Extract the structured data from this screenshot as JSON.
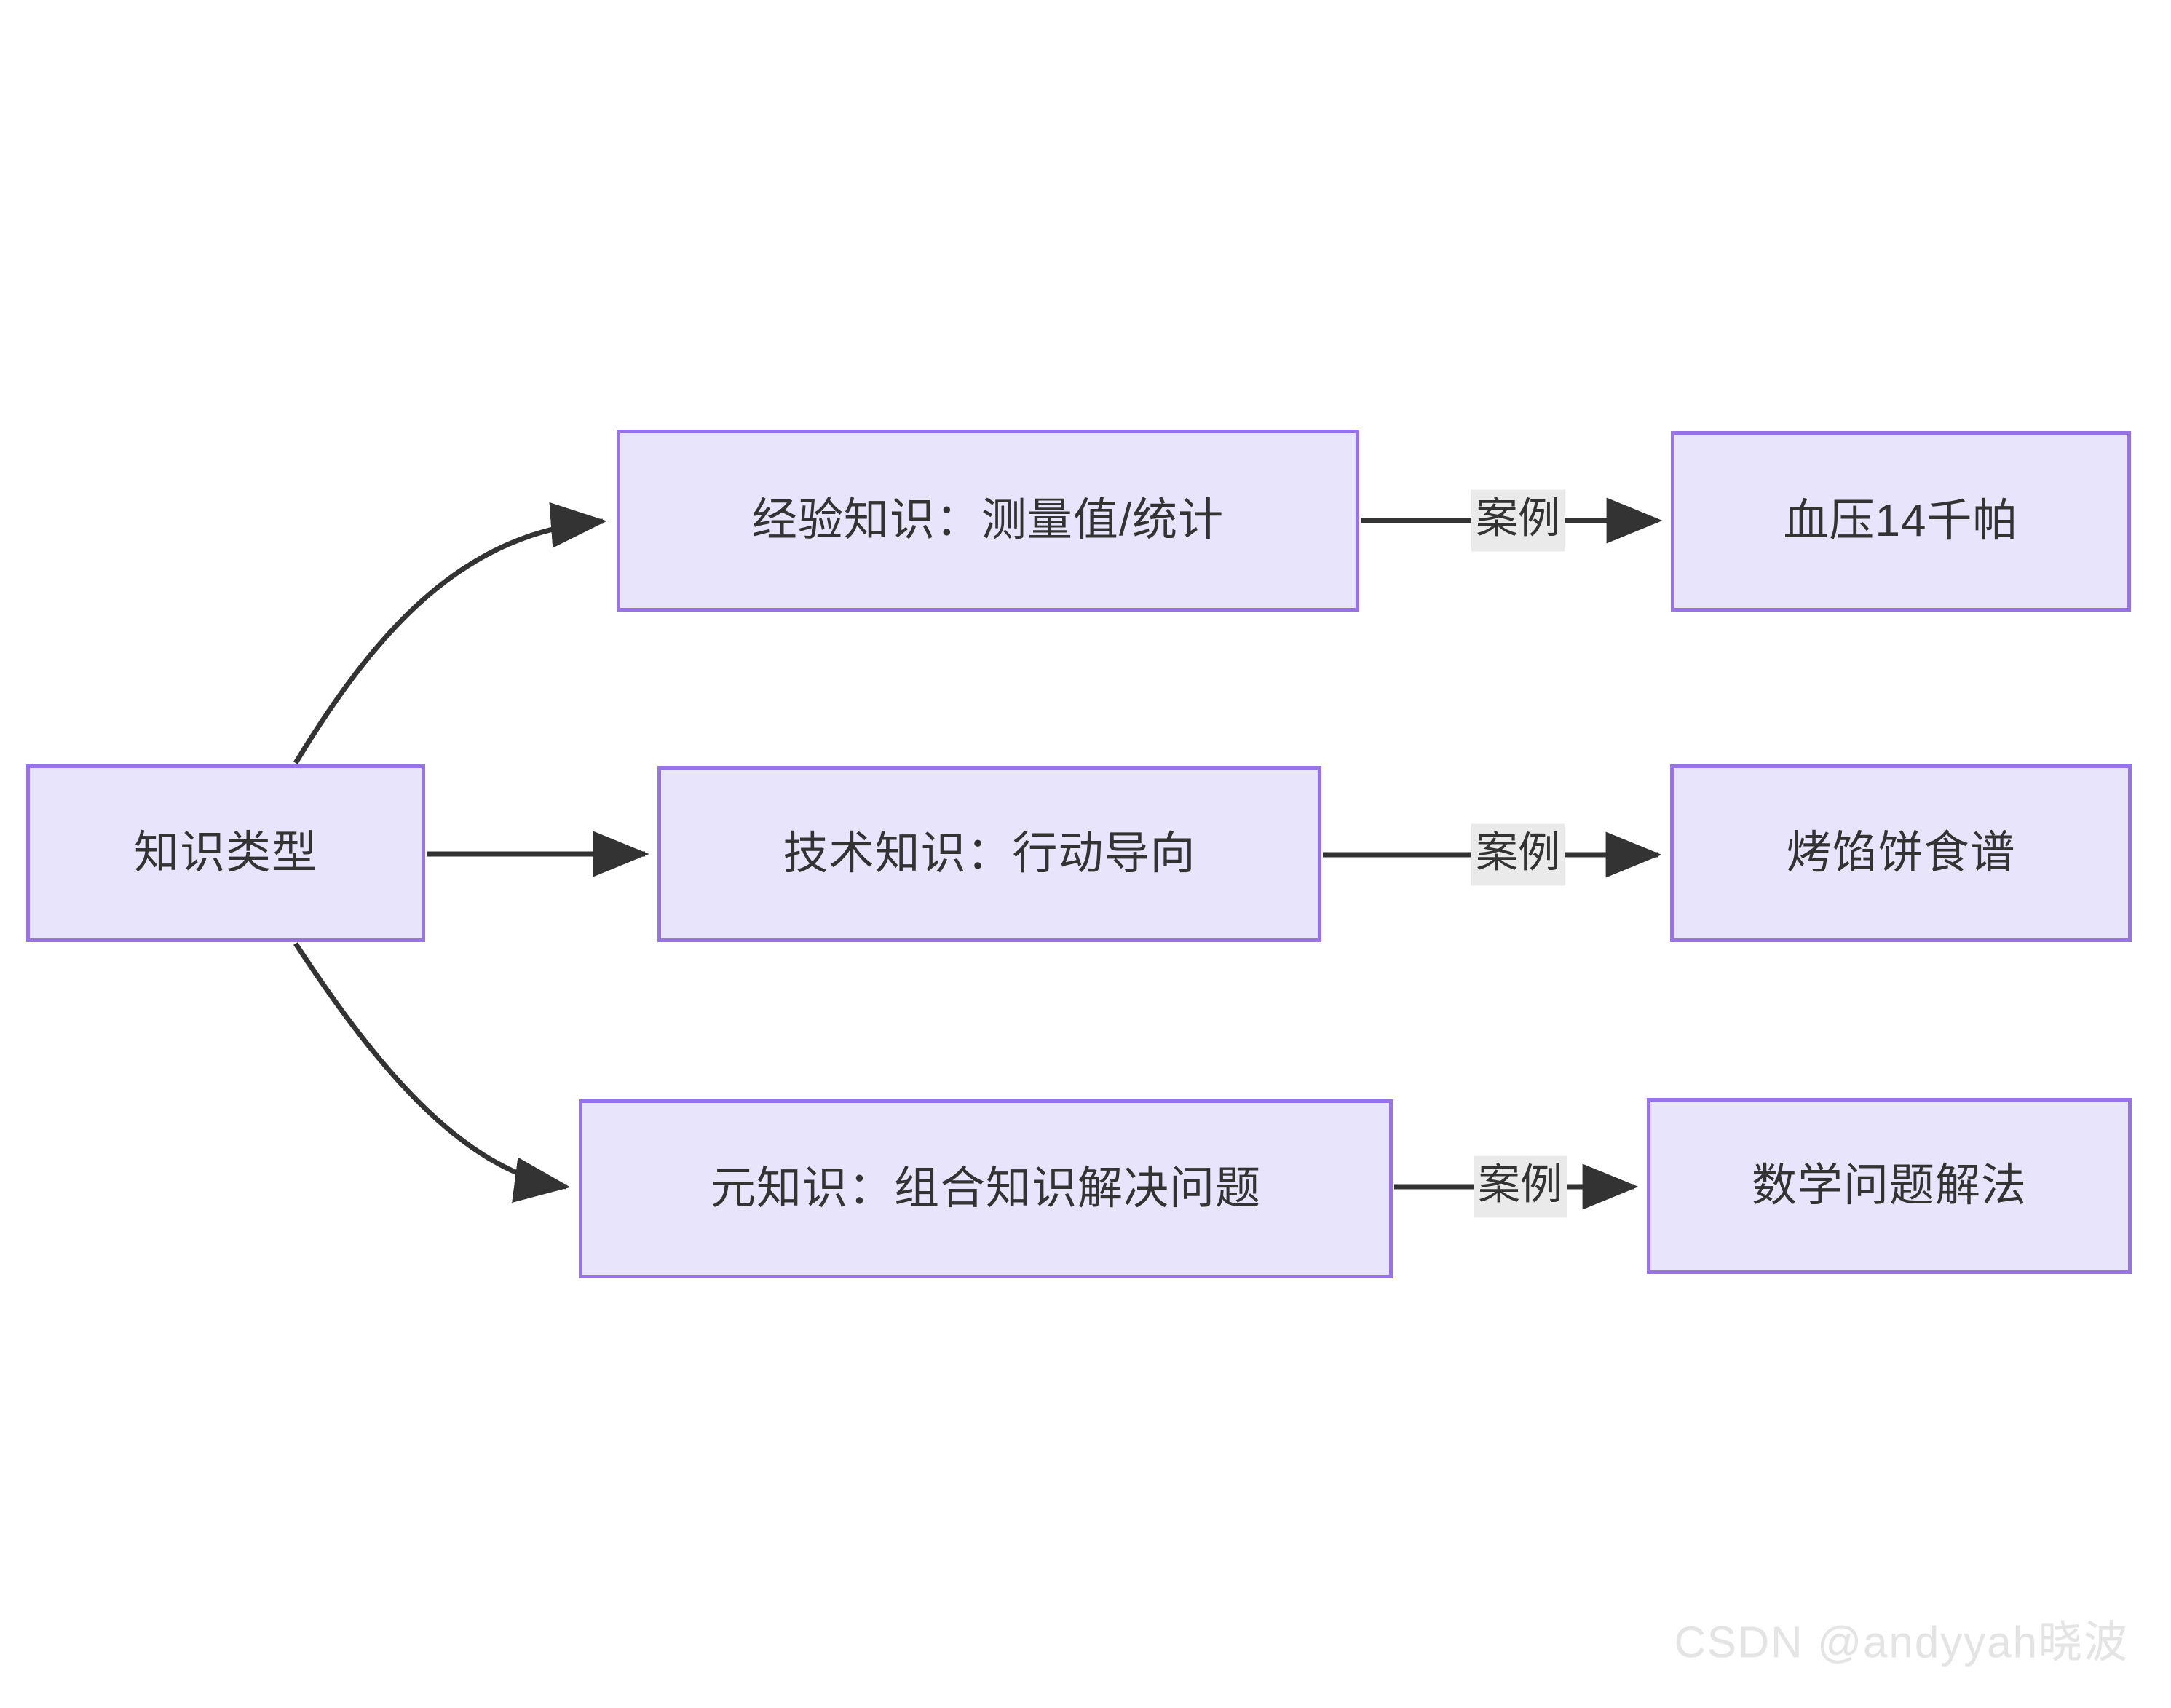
{
  "diagram": {
    "title": "知识类型",
    "theme": {
      "node_fill": "#e7e4fb",
      "node_border": "#9673e6",
      "edge_color": "#333333",
      "edge_label_bg": "#eaeaea",
      "text_color": "#333333",
      "background": "#ffffff"
    },
    "nodes": [
      {
        "id": "root",
        "label": "知识类型"
      },
      {
        "id": "empirical",
        "label": "经验知识：测量值/统计"
      },
      {
        "id": "technical",
        "label": "技术知识：行动导向"
      },
      {
        "id": "meta",
        "label": "元知识：组合知识解决问题"
      },
      {
        "id": "bp",
        "label": "血压14千帕"
      },
      {
        "id": "pie",
        "label": "烤馅饼食谱"
      },
      {
        "id": "math",
        "label": "数学问题解法"
      }
    ],
    "edges": [
      {
        "from": "root",
        "to": "empirical",
        "label": "",
        "style": "curved"
      },
      {
        "from": "root",
        "to": "technical",
        "label": "",
        "style": "straight"
      },
      {
        "from": "root",
        "to": "meta",
        "label": "",
        "style": "curved"
      },
      {
        "from": "empirical",
        "to": "bp",
        "label": "案例",
        "style": "straight"
      },
      {
        "from": "technical",
        "to": "pie",
        "label": "案例",
        "style": "straight"
      },
      {
        "from": "meta",
        "to": "math",
        "label": "案例",
        "style": "straight"
      }
    ]
  },
  "watermark": {
    "text": "CSDN @andyyah晓波"
  }
}
